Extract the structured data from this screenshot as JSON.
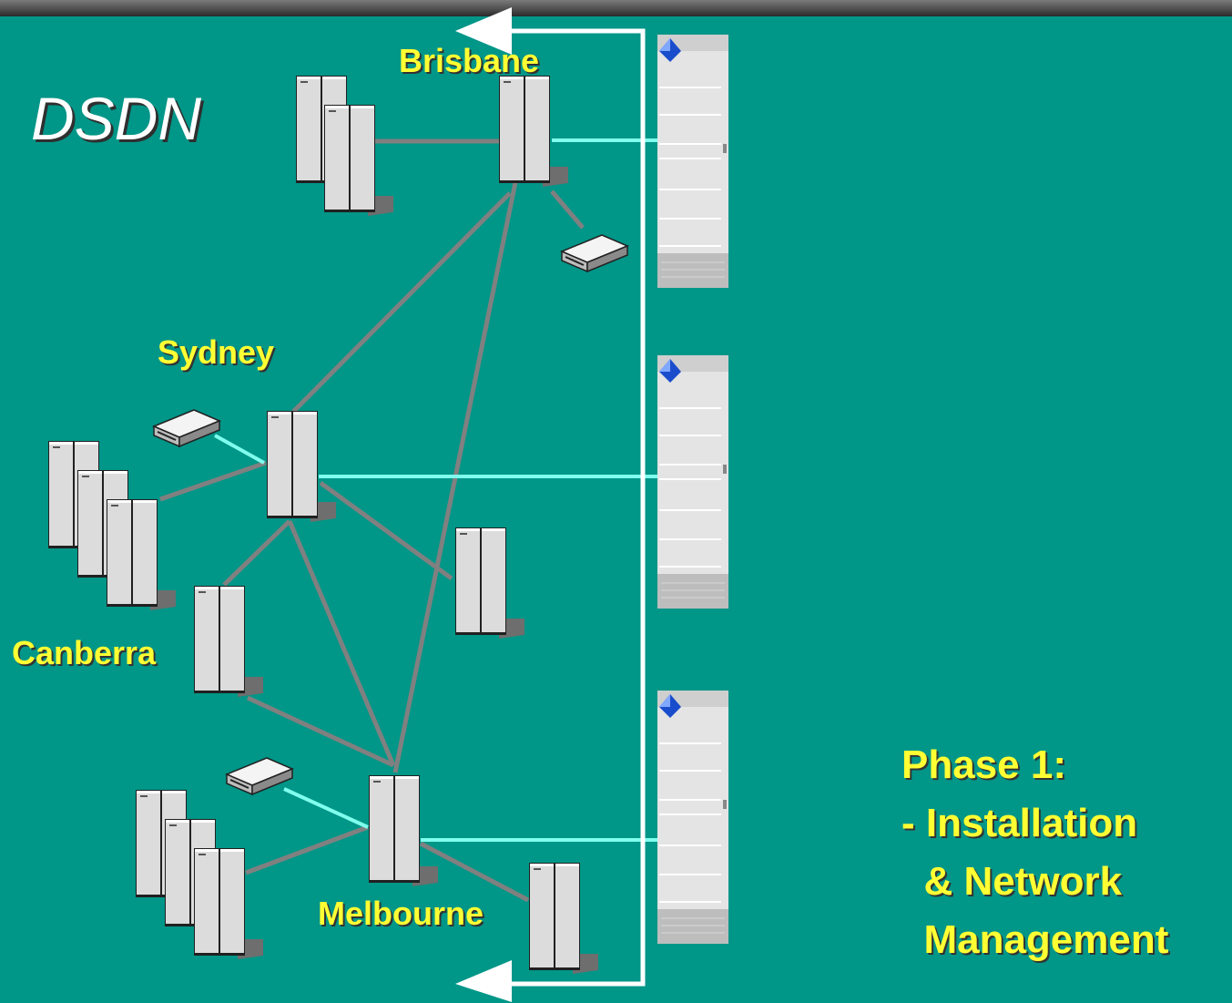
{
  "title": "DSDN",
  "cities": {
    "brisbane": "Brisbane",
    "sydney": "Sydney",
    "canberra": "Canberra",
    "melbourne": "Melbourne"
  },
  "phase": {
    "line1": "Phase 1:",
    "line2": "- Installation",
    "line3": "  & Network",
    "line4": "  Management"
  },
  "colors": {
    "background": "#009688",
    "label": "#ffff33",
    "wan_link": "#808080",
    "management_link": "#80ffee",
    "arrow": "#ffffff"
  },
  "icons": {
    "server": "tower-server-icon",
    "modem": "modem-icon",
    "rack": "rack-cabinet-icon"
  }
}
